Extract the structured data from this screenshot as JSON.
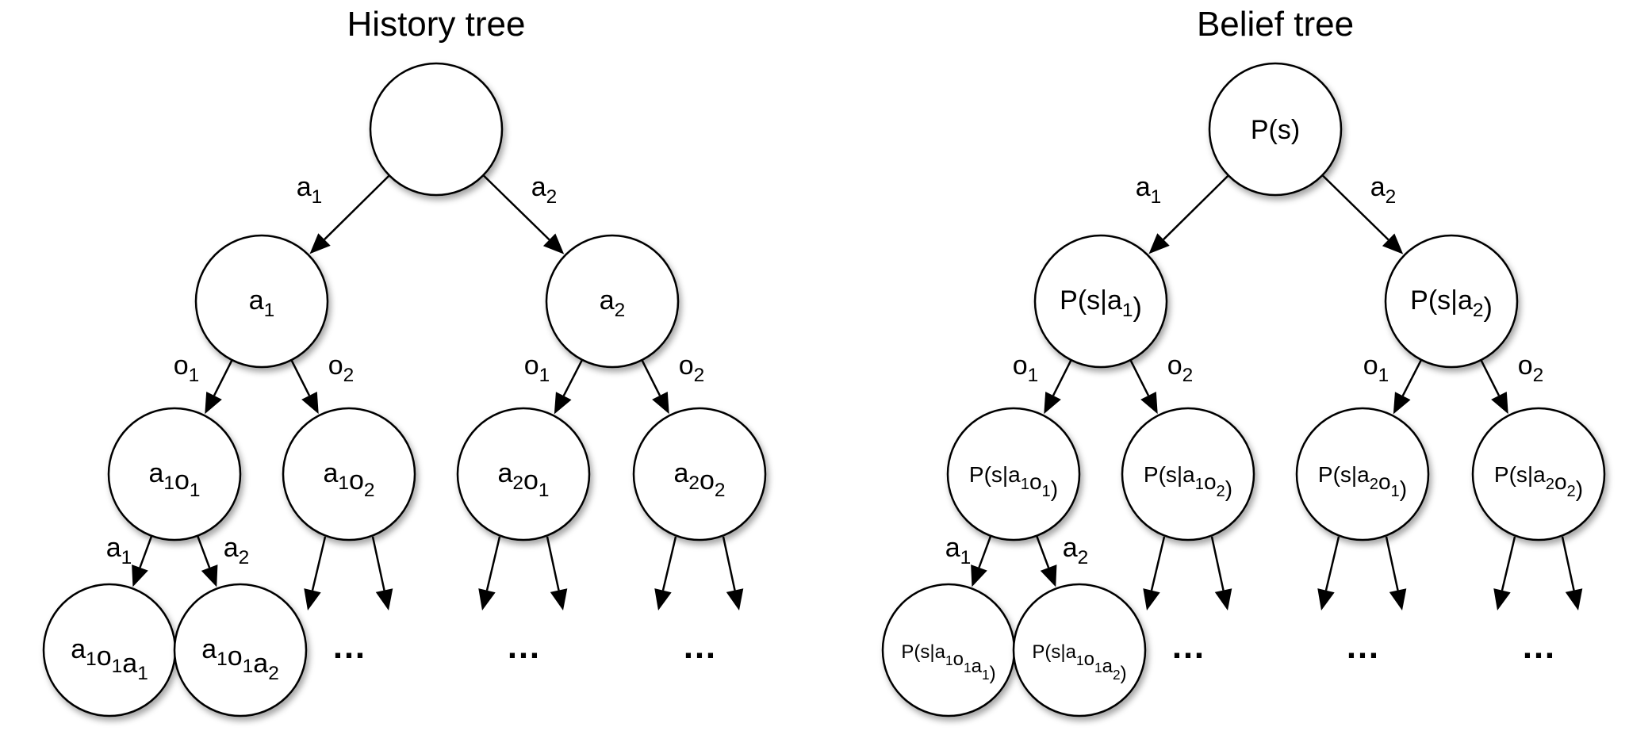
{
  "history_tree": {
    "title": "History tree",
    "root": "",
    "level1": [
      {
        "parts": [
          [
            "a",
            "1"
          ]
        ]
      },
      {
        "parts": [
          [
            "a",
            "2"
          ]
        ]
      }
    ],
    "level2": [
      {
        "parts": [
          [
            "a",
            "1"
          ],
          [
            "o",
            "1"
          ]
        ]
      },
      {
        "parts": [
          [
            "a",
            "1"
          ],
          [
            "o",
            "2"
          ]
        ]
      },
      {
        "parts": [
          [
            "a",
            "2"
          ],
          [
            "o",
            "1"
          ]
        ]
      },
      {
        "parts": [
          [
            "a",
            "2"
          ],
          [
            "o",
            "2"
          ]
        ]
      }
    ],
    "level3": [
      {
        "parts": [
          [
            "a",
            "1"
          ],
          [
            "o",
            "1"
          ],
          [
            "a",
            "1"
          ]
        ]
      },
      {
        "parts": [
          [
            "a",
            "1"
          ],
          [
            "o",
            "1"
          ],
          [
            "a",
            "2"
          ]
        ]
      }
    ],
    "action_edge_labels": [
      [
        "a",
        "1"
      ],
      [
        "a",
        "2"
      ]
    ],
    "observation_edge_labels": [
      [
        "o",
        "1"
      ],
      [
        "o",
        "2"
      ]
    ],
    "ellipsis": "…"
  },
  "belief_tree": {
    "title": "Belief tree",
    "root": {
      "parts": [
        [
          "P(s)",
          ""
        ]
      ]
    },
    "level1": [
      {
        "parts": [
          [
            "P(s|a",
            "1"
          ],
          [
            ")",
            ""
          ]
        ]
      },
      {
        "parts": [
          [
            "P(s|a",
            "2"
          ],
          [
            ")",
            ""
          ]
        ]
      }
    ],
    "level2": [
      {
        "parts": [
          [
            "P(s|a",
            "1"
          ],
          [
            "o",
            "1"
          ],
          [
            ")",
            ""
          ]
        ]
      },
      {
        "parts": [
          [
            "P(s|a",
            "1"
          ],
          [
            "o",
            "2"
          ],
          [
            ")",
            ""
          ]
        ]
      },
      {
        "parts": [
          [
            "P(s|a",
            "2"
          ],
          [
            "o",
            "1"
          ],
          [
            ")",
            ""
          ]
        ]
      },
      {
        "parts": [
          [
            "P(s|a",
            "2"
          ],
          [
            "o",
            "2"
          ],
          [
            ")",
            ""
          ]
        ]
      }
    ],
    "level3": [
      {
        "parts": [
          [
            "P(s|a",
            "1"
          ],
          [
            "o",
            "1"
          ],
          [
            "a",
            "1"
          ],
          [
            ")",
            ""
          ]
        ]
      },
      {
        "parts": [
          [
            "P(s|a",
            "1"
          ],
          [
            "o",
            "1"
          ],
          [
            "a",
            "2"
          ],
          [
            ")",
            ""
          ]
        ]
      }
    ],
    "action_edge_labels": [
      [
        "a",
        "1"
      ],
      [
        "a",
        "2"
      ]
    ],
    "observation_edge_labels": [
      [
        "o",
        "1"
      ],
      [
        "o",
        "2"
      ]
    ],
    "ellipsis": "…"
  }
}
